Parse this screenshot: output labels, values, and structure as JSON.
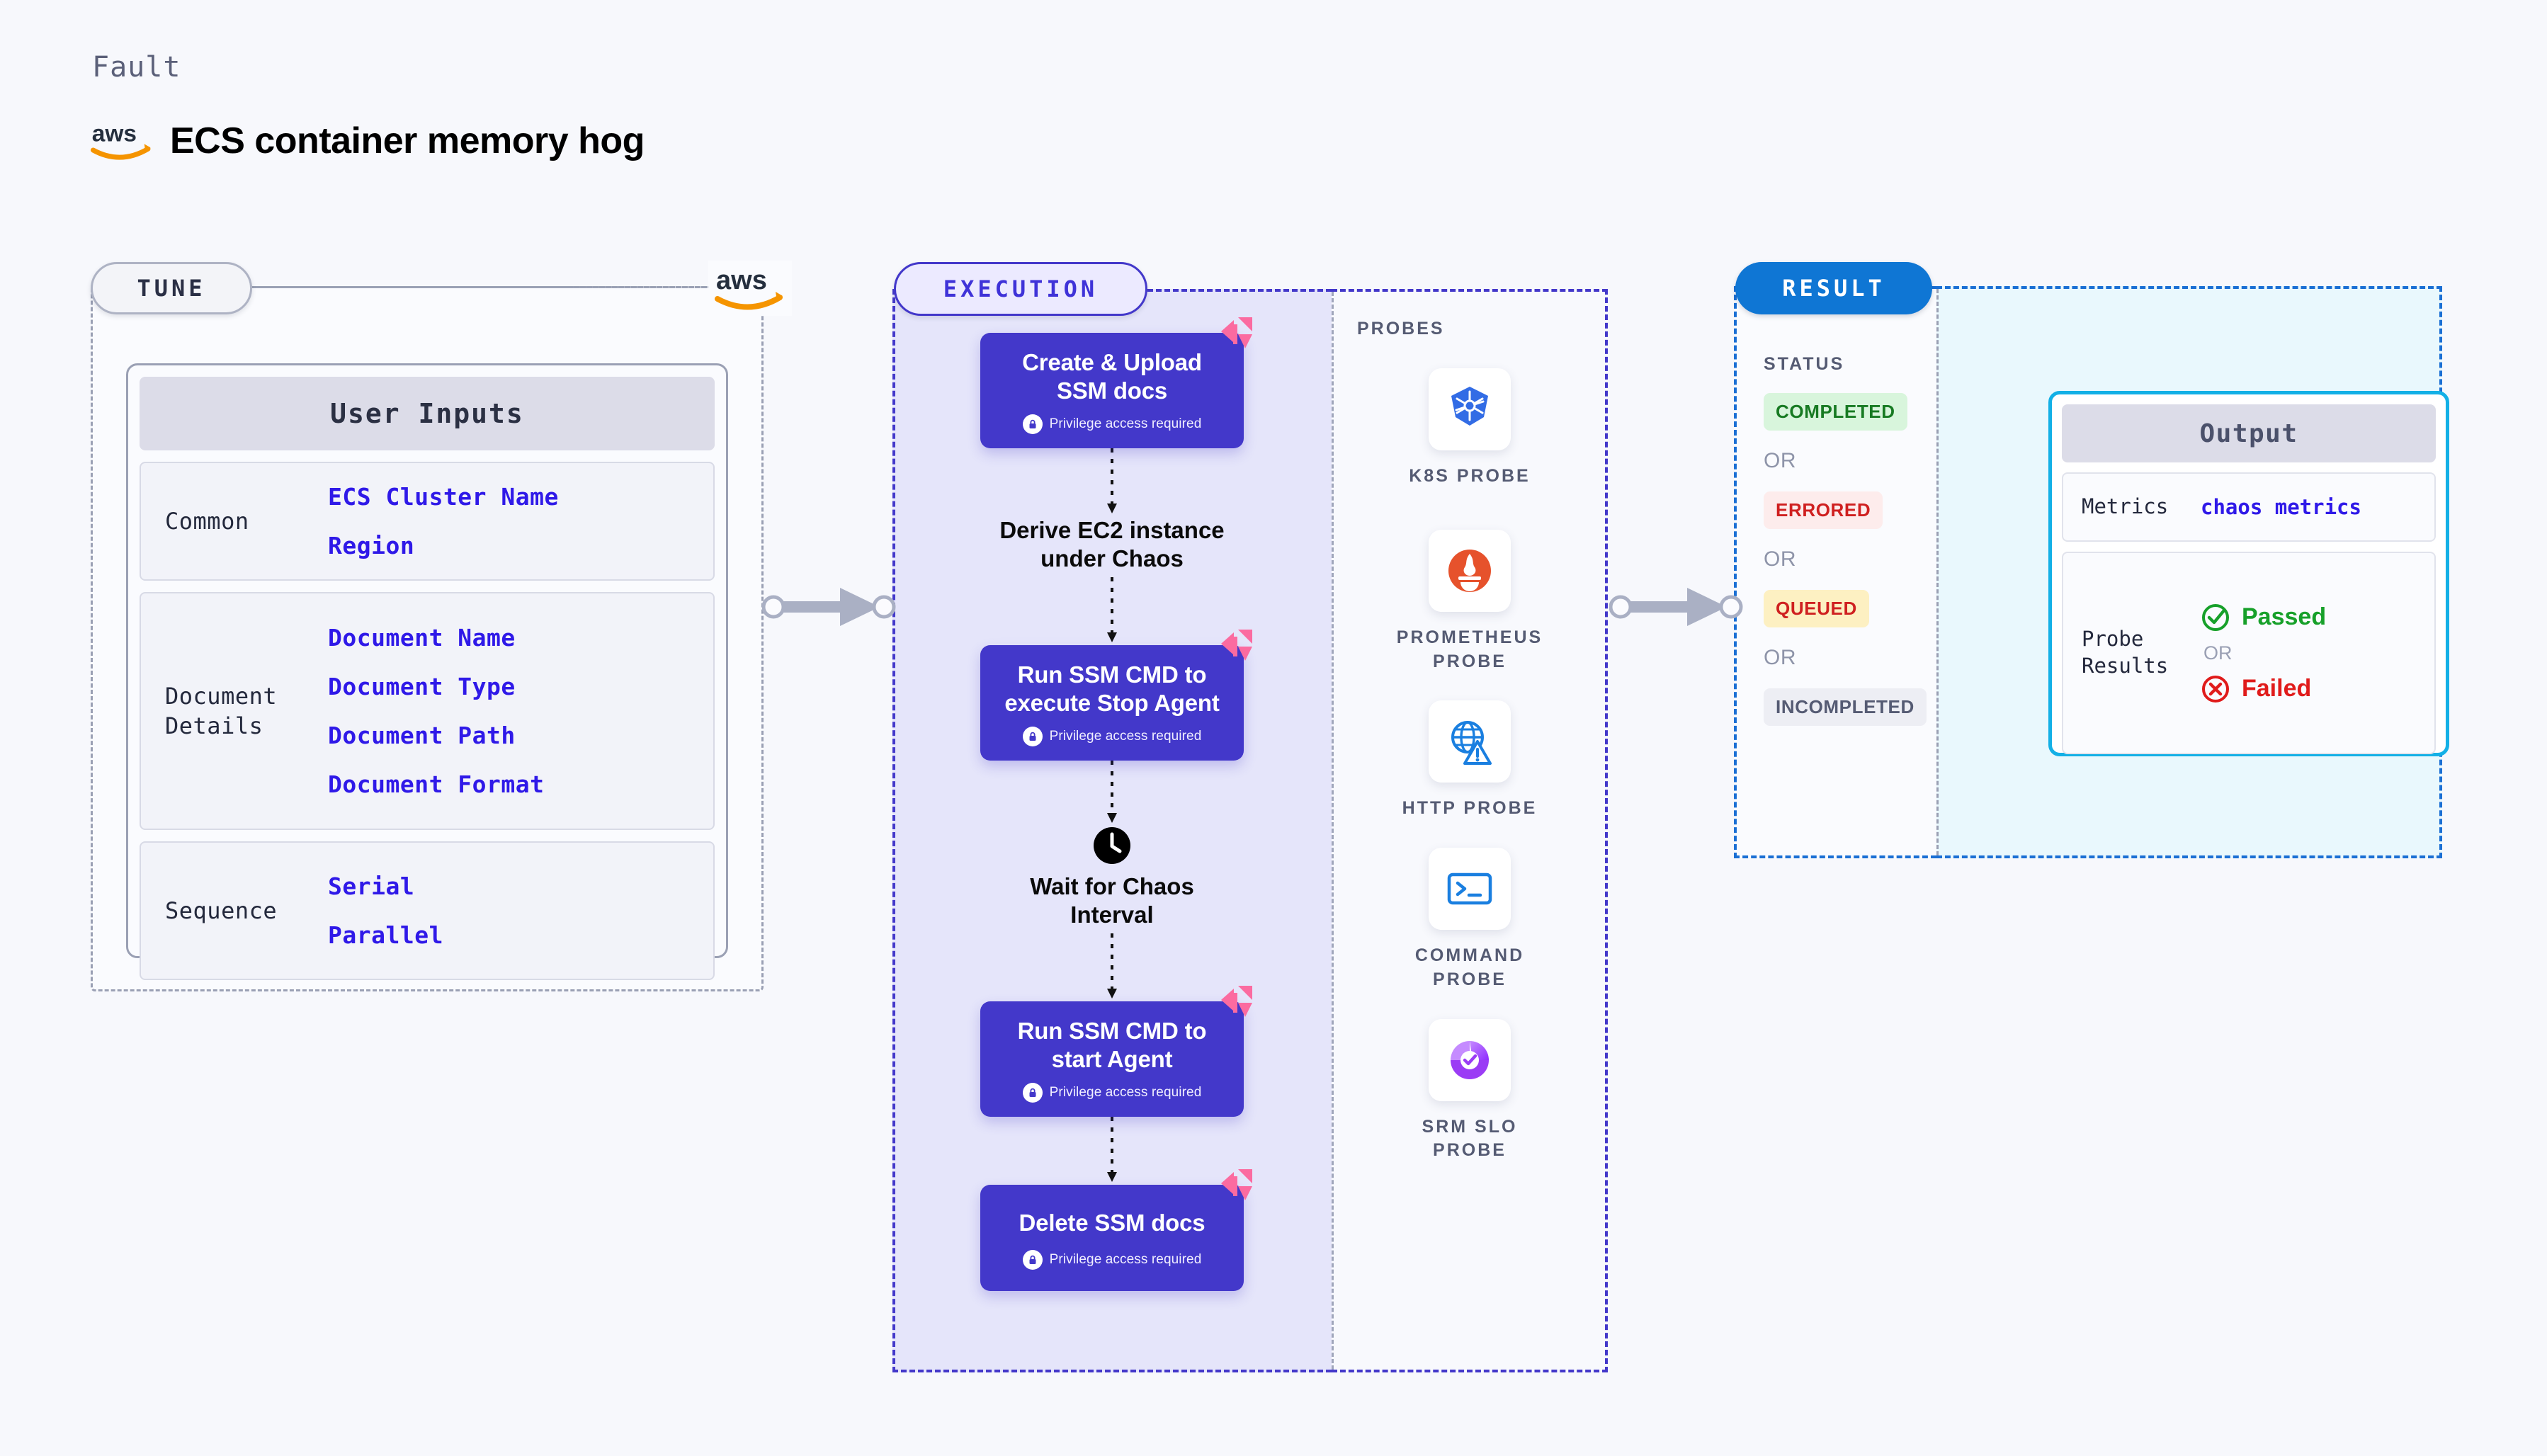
{
  "header": {
    "kicker": "Fault",
    "title": "ECS container memory hog",
    "logo_icon": "aws-logo-icon"
  },
  "tune": {
    "pill_label": "TUNE",
    "aws_badge_icon": "aws-logo-icon",
    "card_title": "User Inputs",
    "groups": [
      {
        "label": "Common",
        "values": [
          "ECS Cluster Name",
          "Region"
        ]
      },
      {
        "label": "Document\nDetails",
        "values": [
          "Document Name",
          "Document Type",
          "Document Path",
          "Document Format"
        ]
      },
      {
        "label": "Sequence",
        "values": [
          "Serial",
          "Parallel"
        ]
      }
    ]
  },
  "execution": {
    "pill_label": "EXECUTION",
    "privilege_note": "Privilege access required",
    "steps": [
      {
        "type": "task",
        "title": "Create & Upload\nSSM docs",
        "privileged": true,
        "flag_icon": "litmus-flag-icon",
        "lock_icon": "lock-icon"
      },
      {
        "type": "plain",
        "title": "Derive EC2 instance\nunder Chaos"
      },
      {
        "type": "task",
        "title": "Run SSM CMD to\nexecute Stop Agent",
        "privileged": true,
        "flag_icon": "litmus-flag-icon",
        "lock_icon": "lock-icon"
      },
      {
        "type": "wait",
        "title": "Wait for Chaos\nInterval",
        "icon": "clock-icon"
      },
      {
        "type": "task",
        "title": "Run SSM CMD to\nstart Agent",
        "privileged": true,
        "flag_icon": "litmus-flag-icon",
        "lock_icon": "lock-icon"
      },
      {
        "type": "task",
        "title": "Delete SSM docs",
        "privileged": true,
        "flag_icon": "litmus-flag-icon",
        "lock_icon": "lock-icon"
      }
    ]
  },
  "probes": {
    "label": "PROBES",
    "items": [
      {
        "name": "K8S PROBE",
        "icon": "kubernetes-icon"
      },
      {
        "name": "PROMETHEUS\nPROBE",
        "icon": "prometheus-icon"
      },
      {
        "name": "HTTP PROBE",
        "icon": "http-globe-icon"
      },
      {
        "name": "COMMAND\nPROBE",
        "icon": "terminal-icon"
      },
      {
        "name": "SRM SLO\nPROBE",
        "icon": "srm-slo-icon"
      }
    ]
  },
  "result": {
    "pill_label": "RESULT",
    "status_label": "STATUS",
    "or_label": "OR",
    "statuses": [
      {
        "label": "COMPLETED",
        "tone": "completed"
      },
      {
        "label": "ERRORED",
        "tone": "errored"
      },
      {
        "label": "QUEUED",
        "tone": "queued"
      },
      {
        "label": "INCOMPLETED",
        "tone": "incompleted"
      }
    ],
    "output": {
      "title": "Output",
      "metrics_label": "Metrics",
      "metrics_value": "chaos metrics",
      "probe_results_label": "Probe\nResults",
      "passed_label": "Passed",
      "failed_label": "Failed",
      "or_label": "OR",
      "passed_icon": "check-circle-icon",
      "failed_icon": "x-circle-icon"
    }
  },
  "connectors": {
    "tune_to_execution_icon": "arrow-right-icon",
    "execution_to_result_icon": "arrow-right-icon"
  },
  "colors": {
    "page_bg": "#f7f8fc",
    "accent_purple": "#4338ca",
    "accent_blue": "#0f76d4",
    "accent_cyan": "#13b0e6",
    "link_blue": "#2f19e8",
    "flag_pink": "#fb6ba0",
    "aws_orange": "#f59400"
  }
}
